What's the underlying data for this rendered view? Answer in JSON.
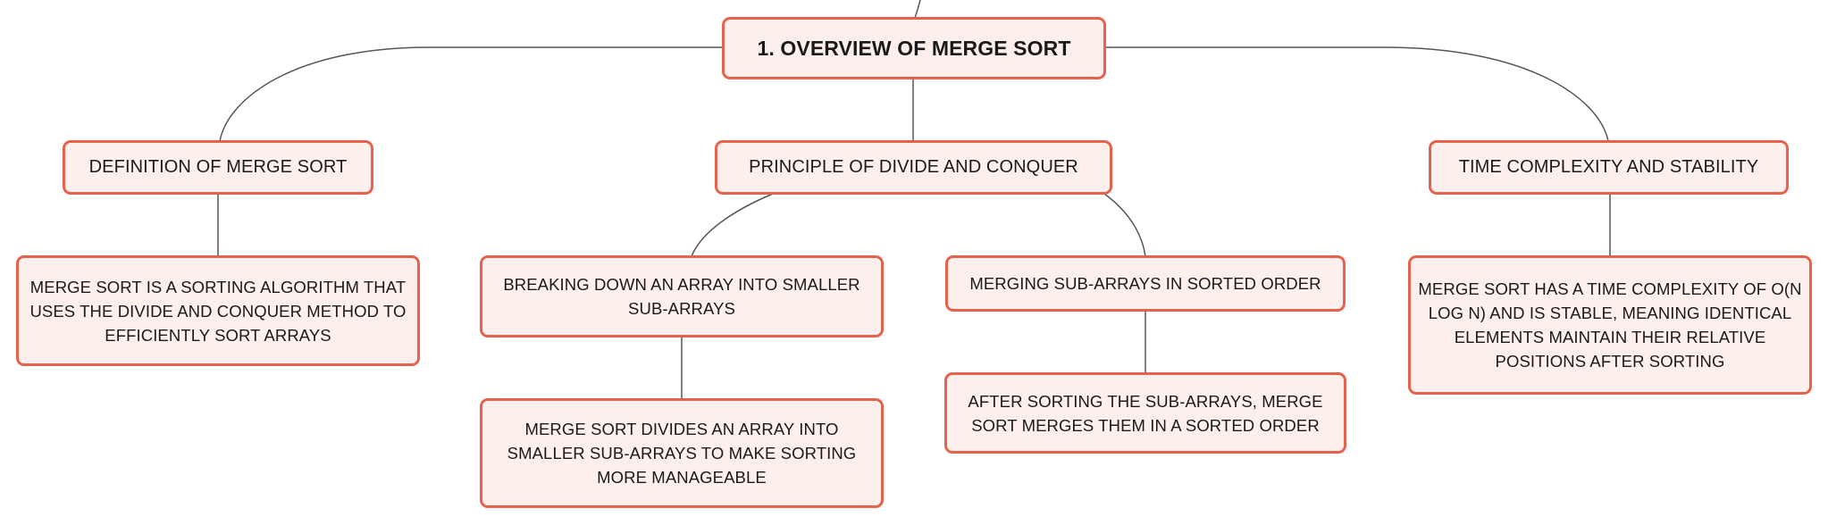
{
  "mindmap": {
    "root": {
      "label": "1. OVERVIEW OF MERGE SORT"
    },
    "topics": [
      {
        "label": "DEFINITION OF MERGE SORT",
        "details": [
          "MERGE SORT IS A SORTING ALGORITHM THAT USES THE DIVIDE AND CONQUER METHOD TO EFFICIENTLY SORT ARRAYS"
        ]
      },
      {
        "label": "PRINCIPLE OF DIVIDE AND CONQUER",
        "subtopics": [
          {
            "label": "BREAKING DOWN AN ARRAY INTO SMALLER SUB-ARRAYS",
            "detail": "MERGE SORT DIVIDES AN ARRAY INTO SMALLER SUB-ARRAYS TO MAKE SORTING MORE MANAGEABLE"
          },
          {
            "label": "MERGING SUB-ARRAYS IN SORTED ORDER",
            "detail": "AFTER SORTING THE SUB-ARRAYS, MERGE SORT MERGES THEM IN A SORTED ORDER"
          }
        ]
      },
      {
        "label": "TIME COMPLEXITY AND STABILITY",
        "details": [
          "MERGE SORT HAS A TIME COMPLEXITY OF O(N LOG N) AND IS STABLE, MEANING IDENTICAL ELEMENTS MAINTAIN THEIR RELATIVE POSITIONS AFTER SORTING"
        ]
      }
    ],
    "colors": {
      "node_fill": "#fdf0ec",
      "node_border": "#e5624c",
      "connector": "#555555"
    }
  }
}
